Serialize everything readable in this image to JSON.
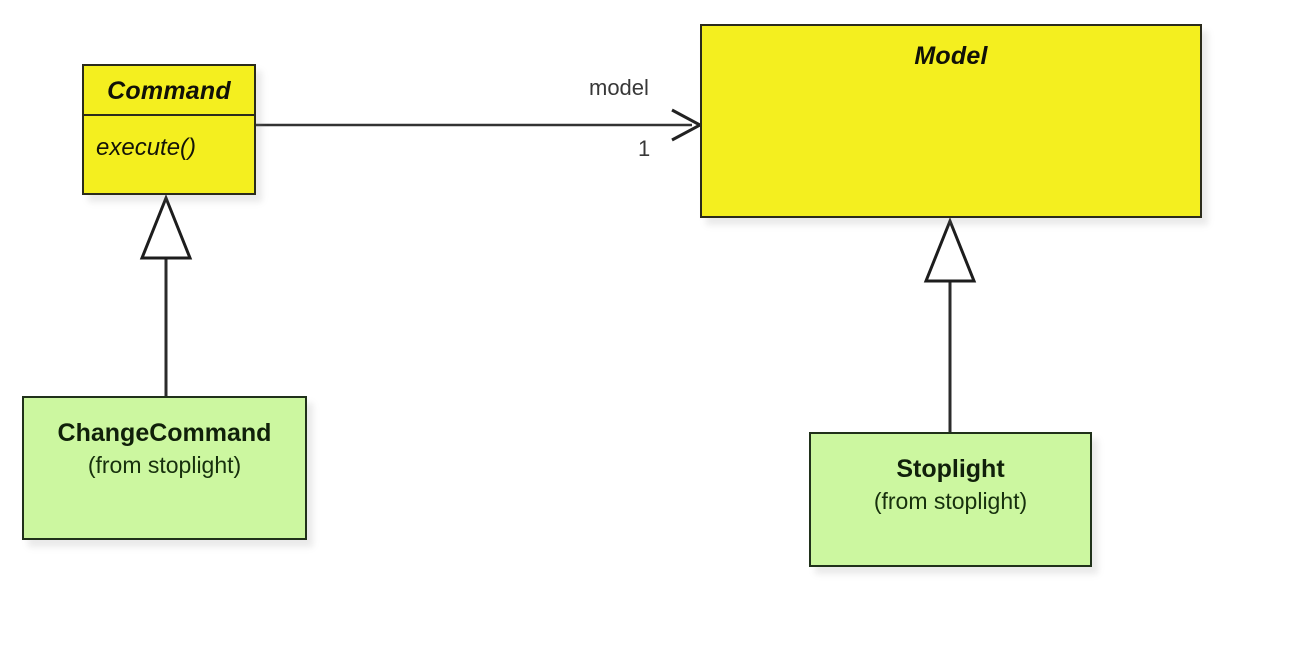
{
  "diagram": {
    "type": "uml-class-diagram",
    "background_color": "#ffffff",
    "abstract_fill": "#f4ef1f",
    "concrete_fill": "#ccf7a0",
    "line_color": "#2b2b1b"
  },
  "classes": {
    "command": {
      "name": "Command",
      "stereotype": "abstract",
      "operations": [
        "execute()"
      ],
      "fill": "#f4ef1f"
    },
    "model": {
      "name": "Model",
      "stereotype": "abstract",
      "operations": [],
      "fill": "#f4ef1f"
    },
    "change_command": {
      "name": "ChangeCommand",
      "package": "(from stoplight)",
      "fill": "#ccf7a0"
    },
    "stoplight": {
      "name": "Stoplight",
      "package": "(from stoplight)",
      "fill": "#ccf7a0"
    }
  },
  "relationships": {
    "association_command_model": {
      "kind": "association",
      "source": "Command",
      "target": "Model",
      "role_label": "model",
      "multiplicity": "1"
    },
    "generalization_changecommand_command": {
      "kind": "generalization",
      "source": "ChangeCommand",
      "target": "Command"
    },
    "generalization_stoplight_model": {
      "kind": "generalization",
      "source": "Stoplight",
      "target": "Model"
    }
  }
}
